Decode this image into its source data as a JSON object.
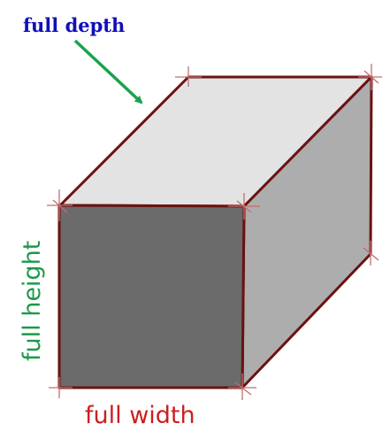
{
  "labels": {
    "depth": "full depth",
    "height": "full height",
    "width": "full width"
  },
  "colors": {
    "outline": "#6b1212",
    "tick": "#c46e6e",
    "front_face": "#6b6b6b",
    "top_face": "#e3e3e3",
    "side_face": "#adadad",
    "depth_label": "#1010b8",
    "height_label": "#1a9a4a",
    "width_label": "#cc1f1f",
    "arrow": "#1aa34d"
  }
}
